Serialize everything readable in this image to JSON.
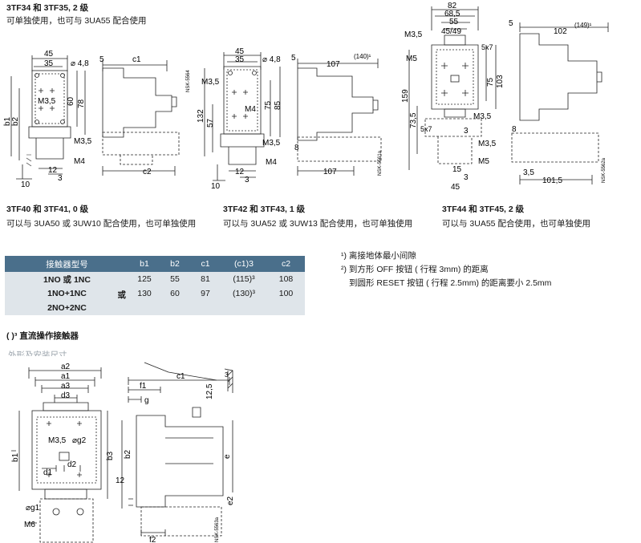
{
  "page": {
    "top_title": "3TF34 和 3TF35, 2 级",
    "top_sub": "可单独使用，也可与 3UA55 配合使用",
    "caption1_title": "3TF40 和 3TF41, 0 级",
    "caption1_sub": "可以与 3UA50 或 3UW10 配合使用，也可单独使用",
    "caption2_title": "3TF42 和 3TF43, 1 级",
    "caption2_sub": "可以与 3UA52 或 3UW13 配合使用，也可单独使用",
    "caption3_title": "3TF44 和 3TF45, 2 级",
    "caption3_sub": "可以与 3UA55 配合使用，也可单独使用"
  },
  "table": {
    "headers": [
      "接触器型号",
      "b1",
      "b2",
      "c1",
      "(c1)3",
      "c2"
    ],
    "rows": [
      {
        "type": "1NO 或 1NC",
        "b1": "125",
        "b2": "55",
        "c1": "81",
        "c1p": "(115)³",
        "c2": "108"
      },
      {
        "type": "1NO+1NC",
        "extra": "或",
        "b1": "130",
        "b2": "60",
        "c1": "97",
        "c1p": "(130)³",
        "c2": "100"
      },
      {
        "type": "2NO+2NC",
        "b1": "",
        "b2": "",
        "c1": "",
        "c1p": "",
        "c2": ""
      }
    ],
    "note": "(  )³ 直流操作接触器"
  },
  "footnotes": {
    "f1": "¹) 离接地体最小间隙",
    "f2": "²) 到方形 OFF 按钮 ( 行程 3mm) 的距离",
    "f3": "到圆形 RESET 按钮 ( 行程 2.5mm) 的距离要小 2.5mm"
  },
  "cut_text": "外形及安装尺寸",
  "drawing1": {
    "d45": "45",
    "d35": "35",
    "dia": "⌀ 4,8",
    "c1": "c1",
    "d60": "60",
    "d78": "78",
    "m35": "M3,5",
    "b1": "b1",
    "b2": "b2",
    "m35b": "M3,5",
    "m4": "M4",
    "d12": "12",
    "d3": "3",
    "d10": "10",
    "c2": "c2",
    "nsk": "NSK-5564",
    "d5": "5"
  },
  "drawing2": {
    "d45": "45",
    "d35": "35",
    "dia": "⌀ 4,8",
    "d5": "5",
    "d107": "107",
    "d140": "(140)¹",
    "m35": "M3,5",
    "m4": "M4",
    "d75": "75",
    "d85": "85",
    "d132": "132",
    "d57": "57",
    "m35b": "M3,5",
    "m4b": "M4",
    "d12": "12",
    "d3": "3",
    "d10": "10",
    "d8": "8",
    "d107b": "107",
    "nsk": "NSK-5561a"
  },
  "drawing3": {
    "d82": "82",
    "d685": "68,5",
    "d55": "55",
    "d4549": "45/49",
    "m35": "M3,5",
    "m5": "M5",
    "d5x7": "5x7",
    "d75": "75",
    "d103": "103",
    "d159": "159",
    "d735": "73,5",
    "m35b": "M3,5",
    "d5x7b": "5x7",
    "d3": "3",
    "m35c": "M3,5",
    "m5b": "M5",
    "d15": "15",
    "d3b": "3",
    "d45": "45",
    "d5": "5",
    "d102": "102",
    "d149": "(149)¹",
    "d8": "8",
    "d35": "3,5",
    "d1015": "101,5",
    "nsk": "NSK-5562a"
  },
  "drawing4": {
    "a2": "a2",
    "a1": "a1",
    "a3": "a3",
    "d3": "d3",
    "m35": "M3,5",
    "g2": "⌀g2",
    "b1": "b1",
    "b3": "b3",
    "d1": "d1",
    "d2": "d2",
    "g1": "⌀g1",
    "m6": "M6"
  },
  "drawing5": {
    "c1": "c1",
    "f1": "f1",
    "g": "g",
    "d3": "3",
    "d125": "12,5",
    "b2": "b2",
    "e": "e",
    "d12": "12",
    "e2": "e2",
    "f2": "f2",
    "nsk": "NSK-5563a"
  }
}
